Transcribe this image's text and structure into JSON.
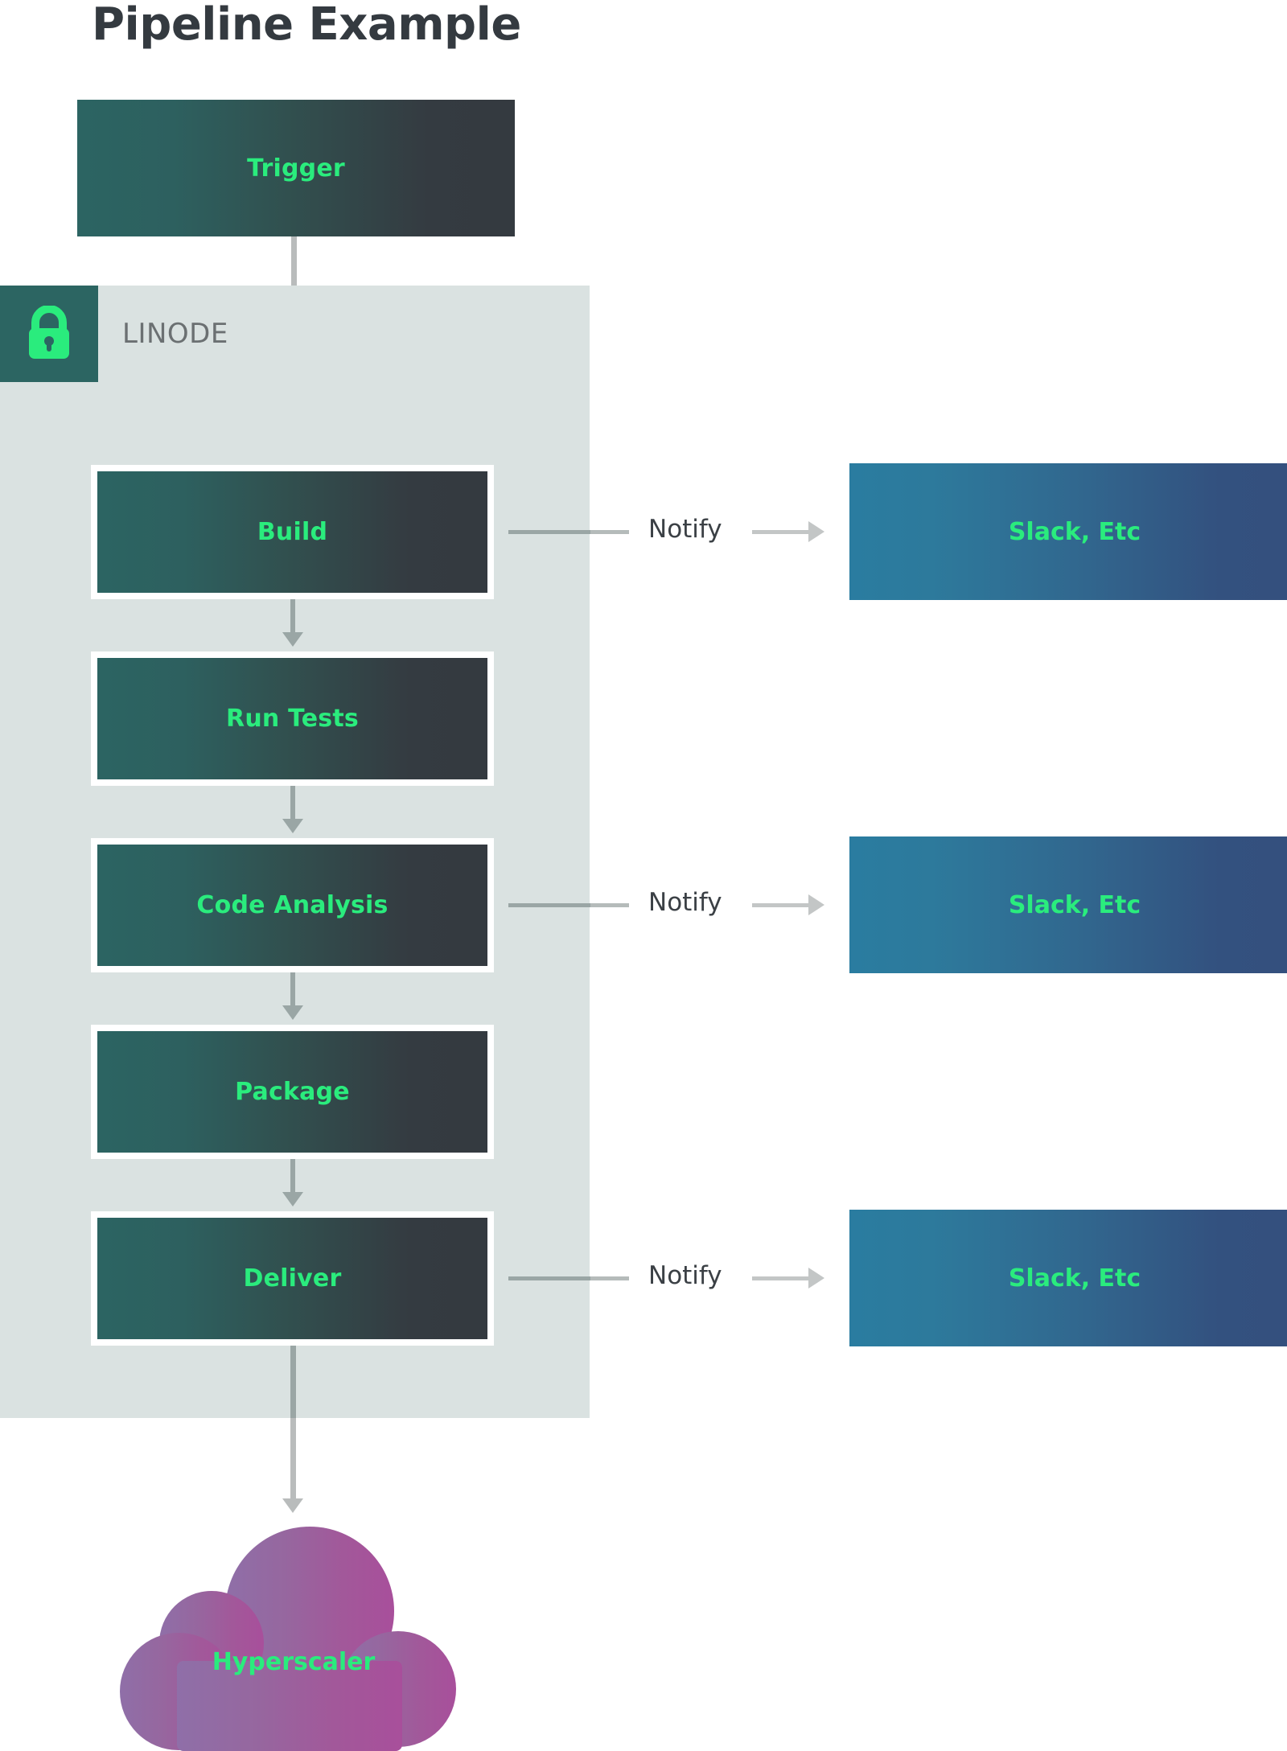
{
  "title": "Pipeline Example",
  "zone": {
    "label": "LINODE",
    "badge_icon": "lock-icon",
    "badge_color": "#2c6562",
    "fill_color": "#dae2e1"
  },
  "colors": {
    "stage_gradient_start": "#2c6462",
    "stage_gradient_end": "#343a40",
    "stage_text": "#2aec7d",
    "notify_target_gradient_start": "#2a7ca0",
    "notify_target_gradient_end": "#34507e",
    "connector": "#b9bcbc",
    "title_text": "#343a40",
    "zone_label_text": "#6b7072",
    "notify_text": "#3b4045",
    "cloud_gradient_start": "#8f6fa8",
    "cloud_gradient_end": "#a84f9b"
  },
  "trigger": {
    "label": "Trigger"
  },
  "stages": [
    {
      "label": "Build"
    },
    {
      "label": "Run Tests"
    },
    {
      "label": "Code Analysis"
    },
    {
      "label": "Package"
    },
    {
      "label": "Deliver"
    }
  ],
  "notifications": [
    {
      "label": "Notify",
      "target": "Slack, Etc"
    },
    {
      "label": "Notify",
      "target": "Slack, Etc"
    },
    {
      "label": "Notify",
      "target": "Slack, Etc"
    }
  ],
  "cloud": {
    "label": "Hyperscaler"
  }
}
